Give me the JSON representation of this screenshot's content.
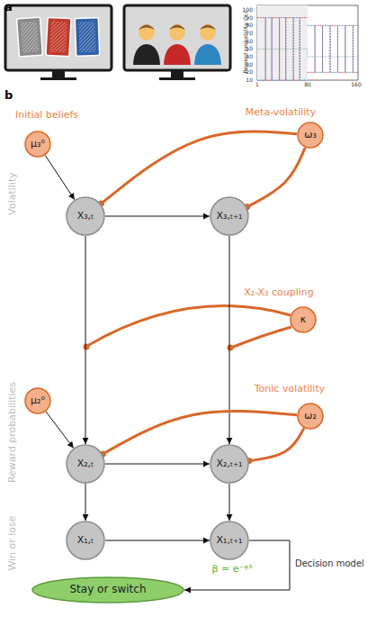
{
  "diagram": {
    "nodes": [
      {
        "text": [
          "μ₃⁰"
        ]
      },
      {
        "text": [
          "ω₃"
        ]
      },
      {
        "text": [
          "X₃,ₜ"
        ]
      },
      {
        "text": [
          "X₃,ₜ₊₁"
        ]
      },
      {
        "text": [
          "κ"
        ]
      },
      {
        "text": [
          "μ₂⁰"
        ]
      },
      {
        "text": [
          "ω₂"
        ]
      },
      {
        "text": [
          "X₂,ₜ"
        ]
      },
      {
        "text": [
          "X₂,ₜ₊₁"
        ]
      },
      {
        "text": [
          "X₁,ₜ"
        ]
      },
      {
        "text": [
          "X₁,ₜ₊₁"
        ]
      },
      {
        "text": [
          "Stay or switch"
        ]
      }
    ],
    "edges": [
      {
        "from": 0,
        "to": 2,
        "arrow": "to"
      },
      {
        "from": 1,
        "to": 2,
        "arrow": "to"
      },
      {
        "from": 1,
        "to": 3,
        "arrow": "to"
      },
      {
        "from": 2,
        "to": 3,
        "arrow": "to"
      },
      {
        "from": 2,
        "to": 7,
        "arrow": "to"
      },
      {
        "from": 3,
        "to": 8,
        "arrow": "to"
      },
      {
        "from": 5,
        "to": 7,
        "arrow": "to"
      },
      {
        "from": 6,
        "to": 7,
        "arrow": "to"
      },
      {
        "from": 6,
        "to": 8,
        "arrow": "to"
      },
      {
        "from": 7,
        "to": 8,
        "arrow": "to"
      },
      {
        "from": 7,
        "to": 9,
        "arrow": "to"
      },
      {
        "from": 8,
        "to": 10,
        "arrow": "to"
      },
      {
        "from": 9,
        "to": 10,
        "arrow": "to"
      },
      {
        "from": 10,
        "to": 11,
        "label": "Decision model",
        "arrow": "to"
      }
    ],
    "labels": [
      "a",
      "b",
      "Reward probability (%)",
      "100",
      "90",
      "80",
      "70",
      "60",
      "50",
      "40",
      "30",
      "20",
      "10",
      "1",
      "80",
      "160",
      "Initial beliefs",
      "Meta-volatility",
      "X₂-X₃ coupling",
      "Tonic volatility",
      "Volatility",
      "Reward probabilities",
      "Win or lose",
      "β = e⁻ᵠ³"
    ]
  }
}
